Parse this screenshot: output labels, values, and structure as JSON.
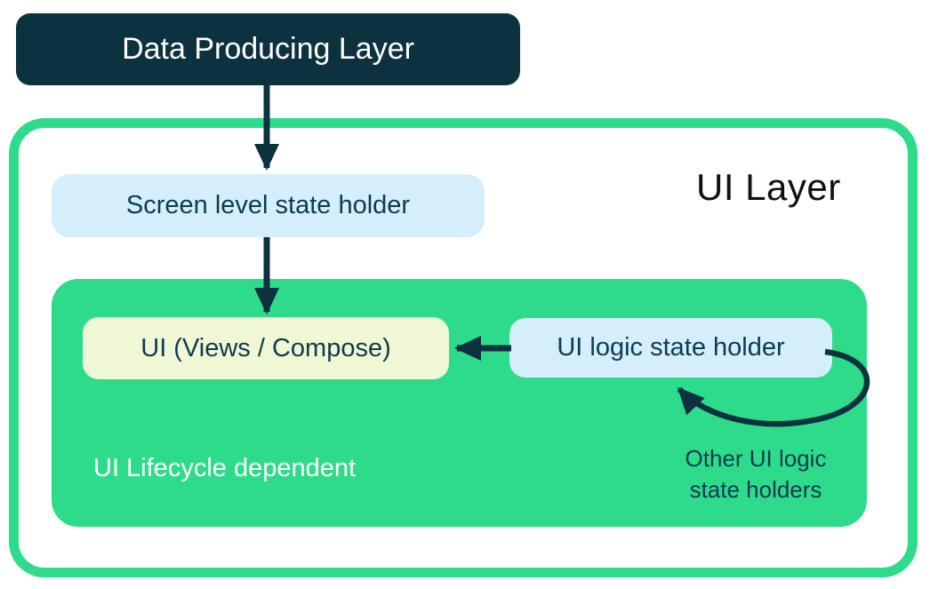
{
  "diagram": {
    "title": "UI Layer",
    "nodes": {
      "data_producing_layer": "Data Producing Layer",
      "screen_state_holder": "Screen level state holder",
      "ui_views_compose": "UI (Views / Compose)",
      "ui_logic_state_holder": "UI logic state holder"
    },
    "labels": {
      "lifecycle_dependent": "UI Lifecycle dependent",
      "other_holders_line1": "Other UI logic",
      "other_holders_line2": "state holders"
    },
    "arrows": [
      "data-producing-layer-to-screen-state-holder",
      "screen-state-holder-to-ui-views-compose",
      "ui-logic-state-holder-to-ui-views-compose",
      "other-ui-logic-state-holders-loop-to-ui-logic-state-holder"
    ]
  },
  "colors": {
    "dark_navy": "#0D323F",
    "green": "#2EDB8B",
    "light_blue": "#D5EEFB",
    "cream": "#F0F7D5",
    "dark_teal_text": "#0D3C4E",
    "white": "#FFFFFF",
    "title_text": "#111111"
  }
}
